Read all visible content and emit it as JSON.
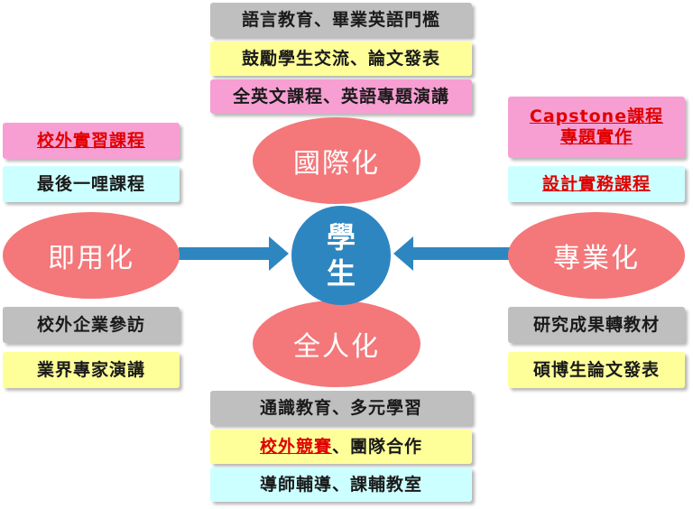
{
  "center": {
    "line1": "學",
    "line2": "生"
  },
  "nodes": {
    "top": "國際化",
    "left": "即用化",
    "right": "專業化",
    "bottom": "全人化"
  },
  "top_boxes": [
    {
      "text": "語言教育、畢業英語門檻"
    },
    {
      "text": "鼓勵學生交流、論文發表"
    },
    {
      "text": "全英文課程、英語專題演講"
    }
  ],
  "left_upper": [
    {
      "text": "校外實習課程"
    },
    {
      "text": "最後一哩課程"
    }
  ],
  "left_lower": [
    {
      "text": "校外企業參訪"
    },
    {
      "text": "業界專家演講"
    }
  ],
  "right_upper": [
    {
      "line1": "Capstone課程",
      "line2": "專題實作"
    },
    {
      "text": "設計實務課程"
    }
  ],
  "right_lower": [
    {
      "text": "研究成果轉教材"
    },
    {
      "text": "碩博生論文發表"
    }
  ],
  "bottom_boxes": [
    {
      "text": "通識教育、多元學習"
    },
    {
      "red": "校外競賽",
      "rest": "、團隊合作"
    },
    {
      "text": "導師輔導、課輔教室"
    }
  ],
  "colors": {
    "ellipse": "#f4777a",
    "center": "#2e86c1",
    "arrow": "#2e86c1",
    "gray": "#bfbfbf",
    "yellow": "#ffff99",
    "pink": "#f79fd2",
    "cyan": "#ccffff",
    "highlight": "#e00000"
  }
}
